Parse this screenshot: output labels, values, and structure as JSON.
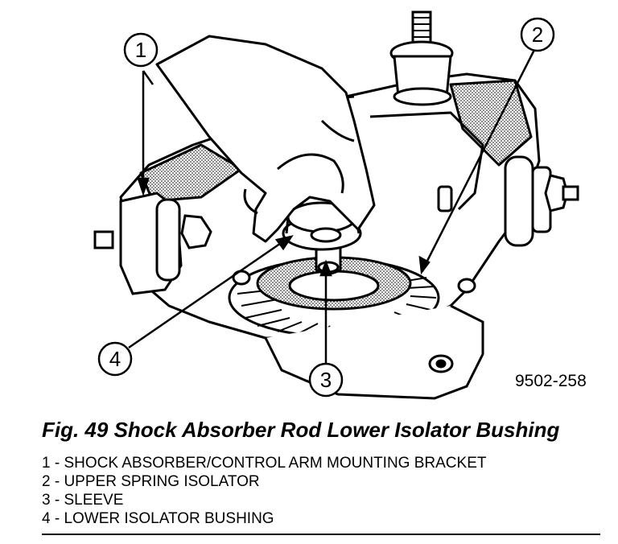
{
  "figure": {
    "code": "9502-258",
    "caption": "Fig. 49 Shock Absorber Rod Lower Isolator Bushing",
    "callouts": [
      "1",
      "2",
      "3",
      "4"
    ]
  },
  "legend": [
    "1 - SHOCK ABSORBER/CONTROL ARM MOUNTING BRACKET",
    "2 - UPPER SPRING ISOLATOR",
    "3 - SLEEVE",
    "4 - LOWER ISOLATOR BUSHING"
  ]
}
